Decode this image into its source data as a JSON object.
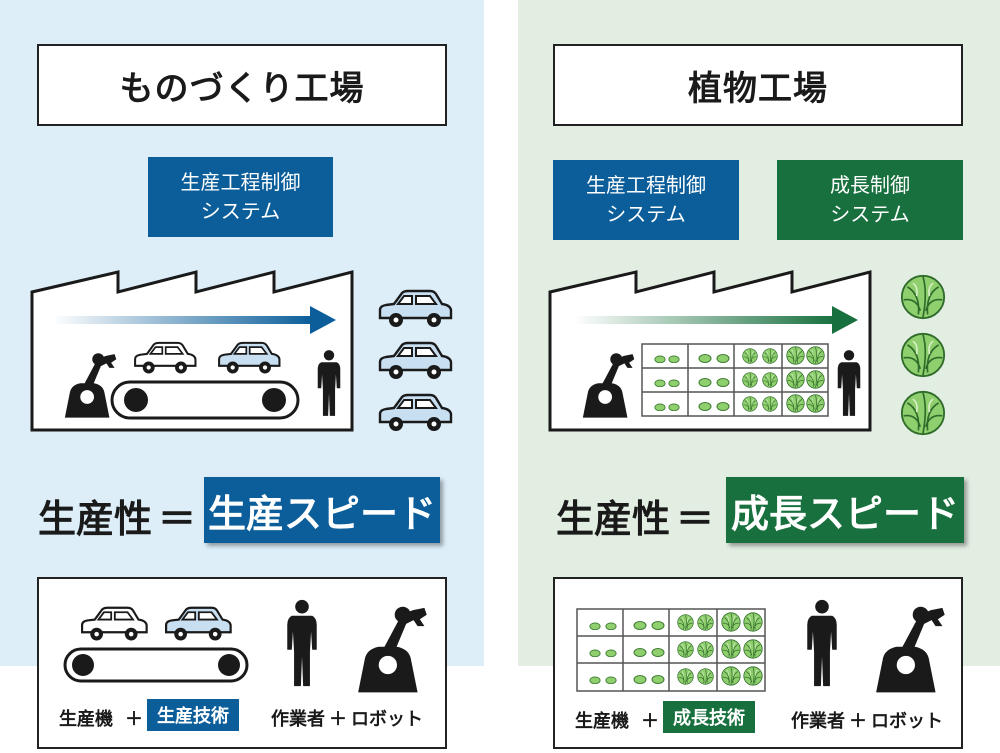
{
  "left": {
    "title": "ものづくり工場",
    "system_line1": "生産工程制御",
    "system_line2": "システム",
    "eq_label": "生産性",
    "eq_sign": "＝",
    "eq_value": "生産スピード",
    "bottom_machine": "生産機",
    "plus": "＋",
    "bottom_tech": "生産技術",
    "bottom_worker": "作業者",
    "bottom_robot": "ロボット"
  },
  "right": {
    "title": "植物工場",
    "system1_line1": "生産工程制御",
    "system1_line2": "システム",
    "system2_line1": "成長制御",
    "system2_line2": "システム",
    "eq_label": "生産性",
    "eq_sign": "＝",
    "eq_value": "成長スピード",
    "bottom_machine": "生産機",
    "plus": "＋",
    "bottom_tech": "成長技術",
    "bottom_worker": "作業者",
    "bottom_robot": "ロボット"
  },
  "colors": {
    "left_bg": "#ddeef9",
    "right_bg": "#e3eee3",
    "blue": "#0b5e9a",
    "green": "#18703e",
    "car_fill": "#c8dff2"
  }
}
